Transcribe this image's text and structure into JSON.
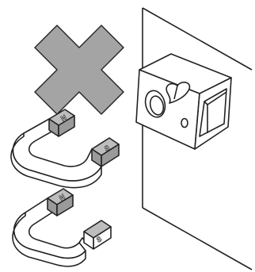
{
  "labels": {
    "top_magnet_north": "N",
    "top_magnet_south": "S",
    "bottom_magnet_north": "N",
    "bottom_magnet_south": "S"
  },
  "colors": {
    "cross": "#a4a4a4",
    "outline": "#222222",
    "pole_fill": "#9a9a9a",
    "pole_fill_light": "#bdbdbd"
  },
  "icons": {
    "prohibited": "cross-mark-icon",
    "magnet": "horseshoe-magnet-icon",
    "block": "hollow-block-icon"
  }
}
